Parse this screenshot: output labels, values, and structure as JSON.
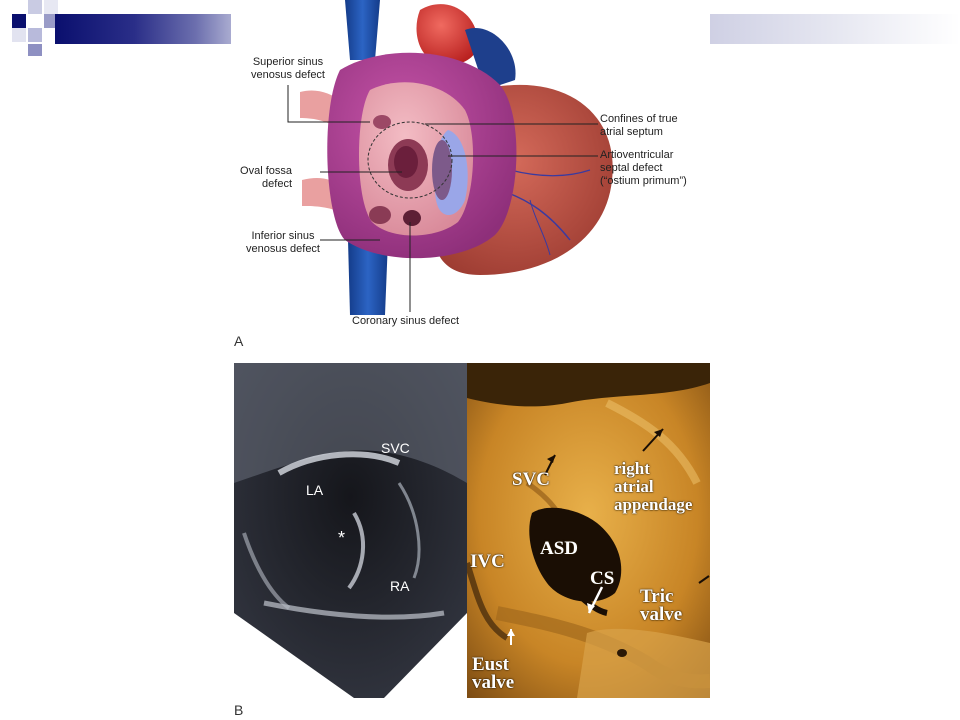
{
  "panel_a": {
    "labels": {
      "superior_sinus": "Superior sinus\nvenosus defect",
      "oval_fossa": "Oval fossa\ndefect",
      "inferior_sinus": "Inferior sinus\nvenosus defect",
      "coronary_sinus": "Coronary sinus defect",
      "confines": "Confines of true\natrial septum",
      "avsd": "Artioventricular\nseptal defect\n(“ostium primum”)"
    },
    "letter": "A"
  },
  "panel_b": {
    "echo_labels": {
      "svc": "SVC",
      "la": "LA",
      "star": "*",
      "ra": "RA"
    },
    "photo_labels": {
      "svc": "SVC",
      "rap": "right\natrial\nappendage",
      "ivc": "IVC",
      "asd": "ASD",
      "cs": "CS",
      "tric": "Tric\nvalve",
      "eust": "Eust\nvalve"
    },
    "letter": "B"
  },
  "colors": {
    "header_bar": "#0a0f6e",
    "vessel_blue": "#1e4fa3",
    "artery_red": "#d8302f",
    "atrium_magenta": "#b4449a",
    "ventricle_red": "#b84a3d"
  }
}
